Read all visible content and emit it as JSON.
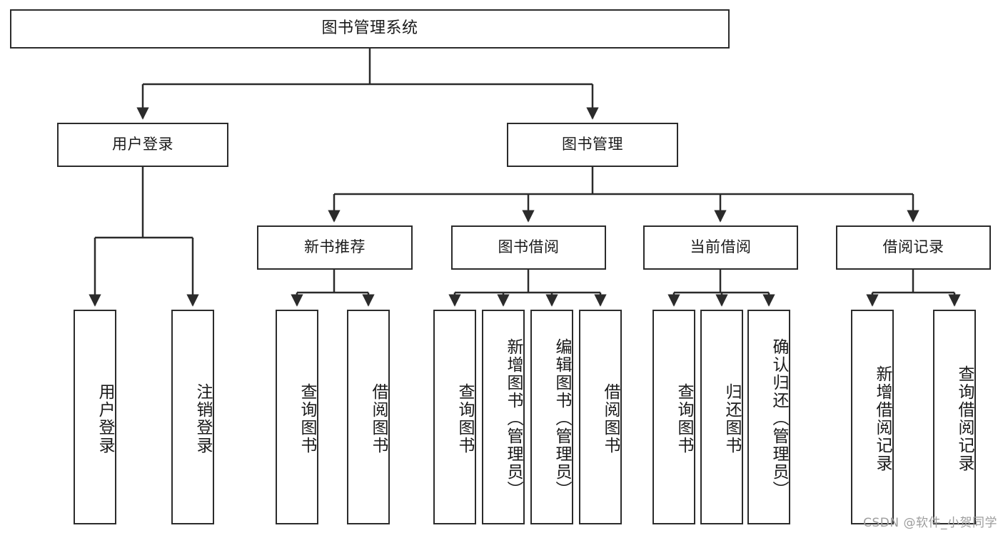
{
  "diagram": {
    "title_node": {
      "label": "图书管理系统"
    },
    "level2": [
      {
        "label": "用户登录"
      },
      {
        "label": "图书管理"
      }
    ],
    "level3": [
      {
        "label": "新书推荐"
      },
      {
        "label": "图书借阅"
      },
      {
        "label": "当前借阅"
      },
      {
        "label": "借阅记录"
      }
    ],
    "leaves": {
      "user_login": [
        {
          "label": "用户登录"
        },
        {
          "label": "注销登录"
        }
      ],
      "new_book_recommend": [
        {
          "label": "查询图书"
        },
        {
          "label": "借阅图书"
        }
      ],
      "book_borrow": [
        {
          "label": "查询图书"
        },
        {
          "label": "新增图书（管理员）"
        },
        {
          "label": "编辑图书（管理员）"
        },
        {
          "label": "借阅图书"
        }
      ],
      "current_borrow": [
        {
          "label": "查询图书"
        },
        {
          "label": "归还图书"
        },
        {
          "label": "确认归还（管理员）"
        }
      ],
      "borrow_record": [
        {
          "label": "新增借阅记录"
        },
        {
          "label": "查询借阅记录"
        }
      ]
    }
  },
  "watermark": {
    "text": "CSDN @软件_小贺同学"
  },
  "colors": {
    "stroke": "#2b2b2b",
    "background": "#ffffff",
    "text": "#1a1a1a",
    "watermark": "#9d9d9d"
  }
}
